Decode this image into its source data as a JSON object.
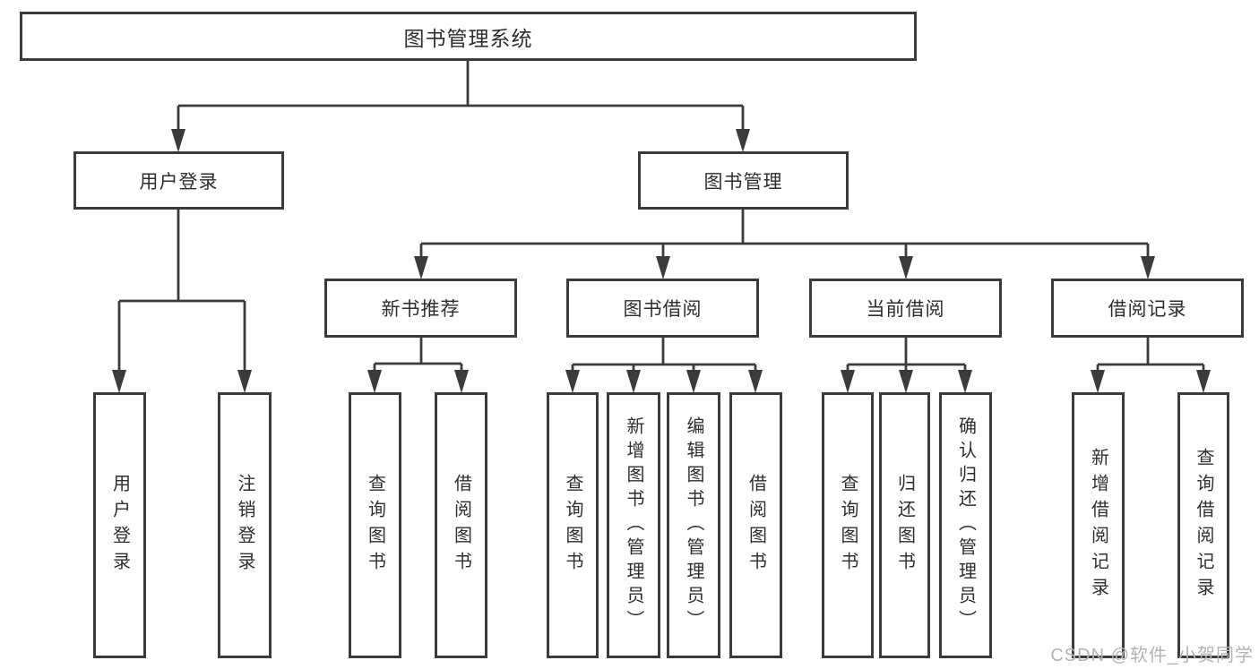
{
  "diagram": {
    "watermark": "CSDN @软件_小贺同学",
    "colors": {
      "line": "#3b3b3b",
      "box_border": "#3b3b3b",
      "text": "#2e2e2e",
      "background": "#ffffff",
      "watermark": "#b3b3b3"
    },
    "nodes": {
      "root": {
        "label": "图书管理系统"
      },
      "level2": [
        {
          "label": "用户登录"
        },
        {
          "label": "图书管理"
        }
      ],
      "level3": [
        {
          "label": "新书推荐",
          "parent": "图书管理"
        },
        {
          "label": "图书借阅",
          "parent": "图书管理"
        },
        {
          "label": "当前借阅",
          "parent": "图书管理"
        },
        {
          "label": "借阅记录",
          "parent": "图书管理"
        }
      ],
      "leaves": [
        {
          "label": "用户登录",
          "parent": "用户登录"
        },
        {
          "label": "注销登录",
          "parent": "用户登录"
        },
        {
          "label": "查询图书",
          "parent": "新书推荐"
        },
        {
          "label": "借阅图书",
          "parent": "新书推荐"
        },
        {
          "label": "查询图书",
          "parent": "图书借阅"
        },
        {
          "label": "新增图书（管理员）",
          "parent": "图书借阅"
        },
        {
          "label": "编辑图书（管理员）",
          "parent": "图书借阅"
        },
        {
          "label": "借阅图书",
          "parent": "图书借阅"
        },
        {
          "label": "查询图书",
          "parent": "当前借阅"
        },
        {
          "label": "归还图书",
          "parent": "当前借阅"
        },
        {
          "label": "确认归还（管理员）",
          "parent": "当前借阅"
        },
        {
          "label": "新增借阅记录",
          "parent": "借阅记录"
        },
        {
          "label": "查询借阅记录",
          "parent": "借阅记录"
        }
      ]
    }
  }
}
